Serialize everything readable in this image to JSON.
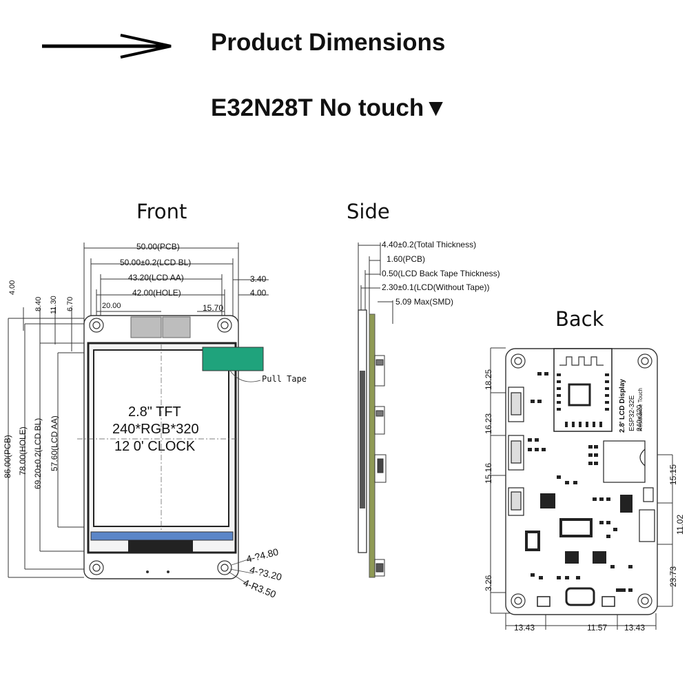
{
  "header": {
    "title": "Product Dimensions",
    "model": "E32N28T No touch▼"
  },
  "views": {
    "front": "Front",
    "side": "Side",
    "back": "Back"
  },
  "front": {
    "top_dims": {
      "pcb": "50.00(PCB)",
      "lcd_bl": "50.00±0.2(LCD BL)",
      "lcd_aa": "43.20(LCD AA)",
      "hole": "42.00(HOLE)",
      "left_offset": "20.00",
      "right_offset": "15.70",
      "right_a": "3.40",
      "right_b": "4.00"
    },
    "left_dims": {
      "d1": "4.00",
      "d2": "8.40",
      "d3": "11.30",
      "d4": "6.70",
      "pcb": "86.00(PCB)",
      "hole": "78.00(HOLE)",
      "lcd_bl": "69.20±0.2(LCD BL)",
      "lcd_aa": "57.60(LCD AA)"
    },
    "screen": {
      "line1": "2.8\" TFT",
      "line2": "240*RGB*320",
      "line3": "12 0' CLOCK"
    },
    "pull_tape": "Pull Tape",
    "holes": {
      "h1": "4-?4.80",
      "h2": "4-?3.20",
      "h3": "4-R3.50"
    },
    "tape_color": "#1fa37c",
    "fpc_color": "#5b86c8"
  },
  "side": {
    "total": "4.40±0.2(Total Thickness)",
    "pcb": "1.60(PCB)",
    "tape": "0.50(LCD Back Tape Thickness)",
    "lcd": "2.30±0.1(LCD(Without Tape))",
    "smd": "5.09 Max(SMD)",
    "pcb_color": "#8f9a55"
  },
  "back": {
    "silk1": "2.8' LCD Display",
    "silk2": "ESP32-32E 240x320",
    "silk3": "Resistance Touch",
    "left_dims": [
      "18.25",
      "16.23",
      "15.16",
      "3.26"
    ],
    "right_dims": [
      "15.15",
      "11.02",
      "23.73"
    ],
    "bottom_dims": [
      "13.43",
      "11.57",
      "13.43"
    ]
  }
}
